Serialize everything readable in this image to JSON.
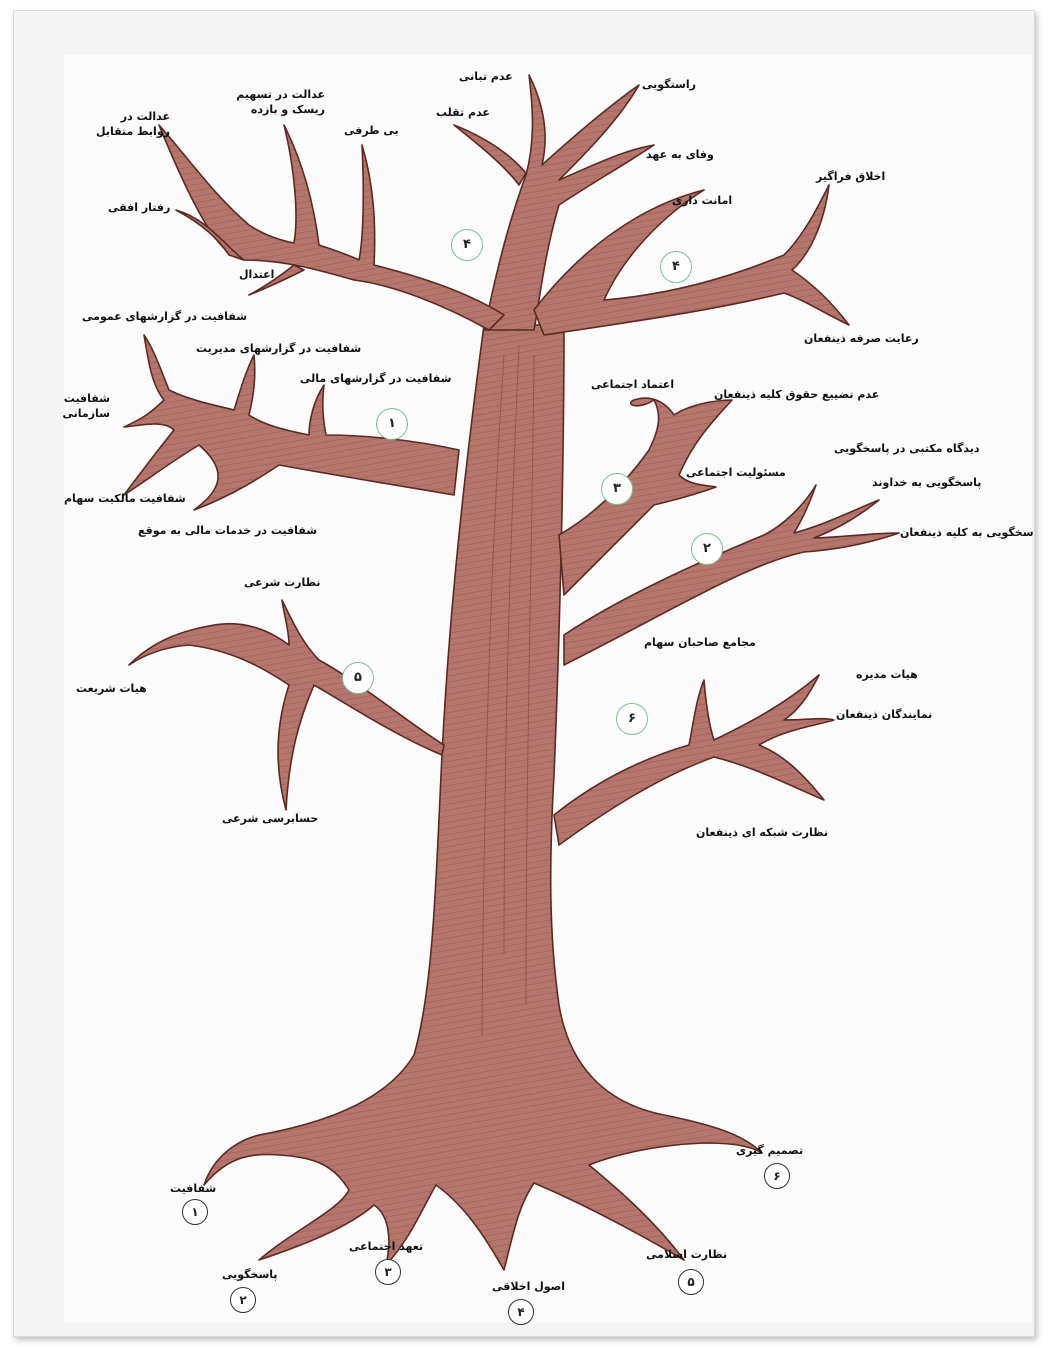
{
  "colors": {
    "bark": "#b77a73",
    "bark_dark": "#7a3a32",
    "circle_green": "#7fbf8f"
  },
  "trunk_labels": {
    "top_a": "عدم تبانی",
    "top_b": "عدم تقلب",
    "top_c": "راستگویی",
    "top_d": "وفای به عهد"
  },
  "branch_labels": {
    "justice_relations": "عدالت در روابط متقابل",
    "justice_risk": "عدالت در تسهیم ریسک و بازده",
    "impartiality": "بی طرفی",
    "horizontal": "رفتار افقی",
    "moderation": "اعتدال",
    "trustworthiness": "امانت داری",
    "inclusive_ethics": "اخلاق فراگیر",
    "stakeholder_welfare": "رعایت صرفه ذینفعان",
    "public_reports": "شفافیت در گزارشهای عمومی",
    "mgmt_reports": "شفافیت در گزارشهای مدیریت",
    "financial_reports": "شفافیت در گزارشهای مالی",
    "org_transparency": "شفافیت سازمانی",
    "ownership": "شفافیت مالکیت سهام",
    "timely_services": "شفافیت در خدمات مالی به موقع",
    "social_trust": "اعتماد اجتماعی",
    "stakeholder_rights": "عدم تضییع حقوق کلیه ذینفعان",
    "social_responsibility": "مسئولیت اجتماعی",
    "reflexive_view": "دیدگاه مکتبی در پاسخگویی",
    "accountable_god": "پاسخگویی به خداوند",
    "accountable_all": "سخگویی به کلیه ذینفعان",
    "sharia_oversight": "نظارت شرعی",
    "sharia_board": "هیات شریعت",
    "sharia_audit": "حسابرسی شرعی",
    "shareholders": "مجامع صاحبان سهام",
    "board": "هیات مدیره",
    "stakeholder_reps": "نمایندگان ذینفعان",
    "network_oversight": "نظارت شبکه ای ذینفعان"
  },
  "branch_numbers": {
    "n_top": "۴",
    "n_right_top": "۴",
    "n_left1": "۱",
    "n_right3": "۳",
    "n_right2": "۲",
    "n_left5": "۵",
    "n_right6": "۶"
  },
  "roots": [
    {
      "label": "شفافیت",
      "num": "۱"
    },
    {
      "label": "پاسخگویی",
      "num": "۲"
    },
    {
      "label": "تعهد اجتماعی",
      "num": "۳"
    },
    {
      "label": "اصول اخلاقی",
      "num": "۴"
    },
    {
      "label": "نظارت اسلامی",
      "num": "۵"
    },
    {
      "label": "تصمیم گیری",
      "num": "۶"
    }
  ]
}
